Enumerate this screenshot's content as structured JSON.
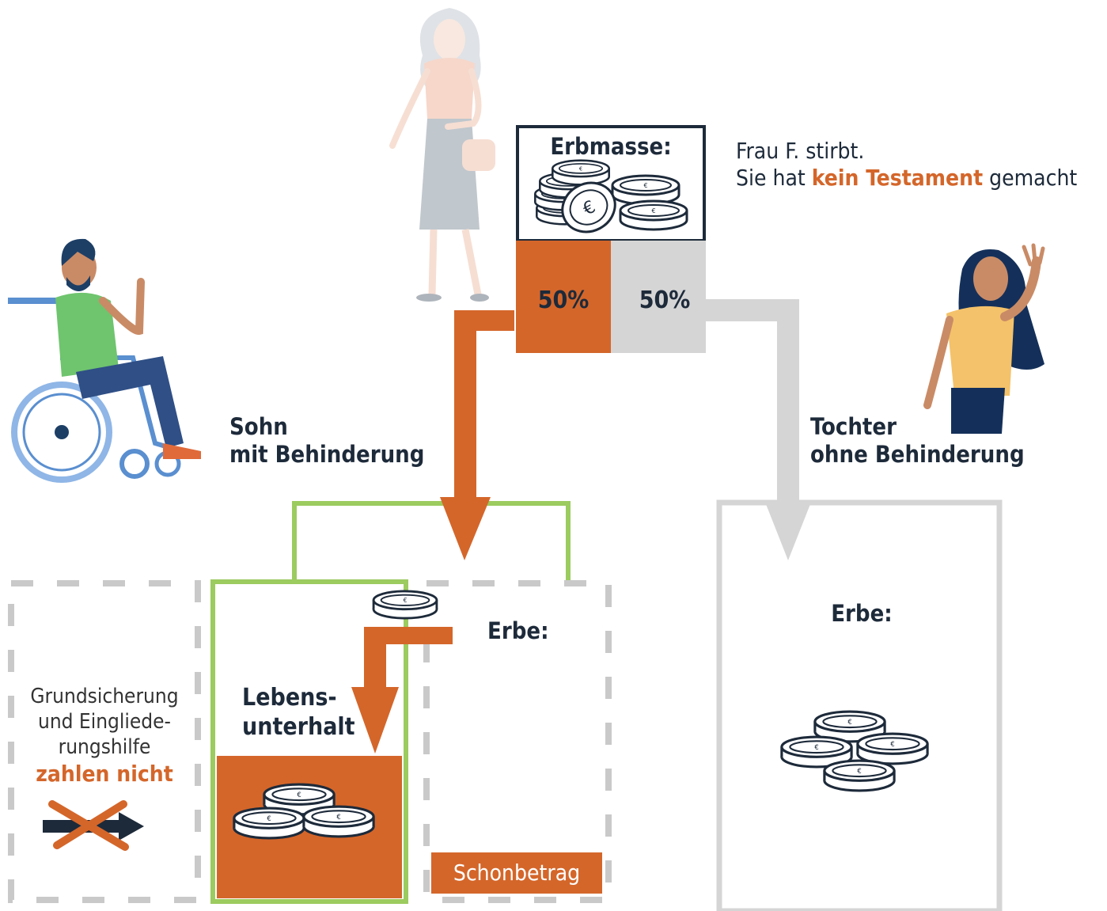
{
  "estate": {
    "title": "Erbmasse:",
    "share_son": "50%",
    "share_daughter": "50%"
  },
  "intro": {
    "line1": "Frau F. stirbt.",
    "line2_pre": "Sie hat ",
    "line2_highlight": "kein Testament",
    "line2_post": " gemacht"
  },
  "son": {
    "line1": "Sohn",
    "line2": "mit Behinderung"
  },
  "daughter": {
    "line1": "Tochter",
    "line2": "ohne Behinderung"
  },
  "benefits": {
    "line1": "Grundsicherung",
    "line2": "und Eingliede-",
    "line3": "rungshilfe",
    "warning": "zahlen nicht"
  },
  "son_inheritance": {
    "title": "Erbe:",
    "living_line1": "Lebens-",
    "living_line2": "unterhalt",
    "protected_amount": "Schonbetrag"
  },
  "daughter_inheritance": {
    "title": "Erbe:"
  },
  "colors": {
    "orange": "#d4662a",
    "grey": "#d5d5d5",
    "green": "#9ccb5f",
    "dark": "#1d2a3a",
    "dashed_grey": "#c9c9c9"
  }
}
